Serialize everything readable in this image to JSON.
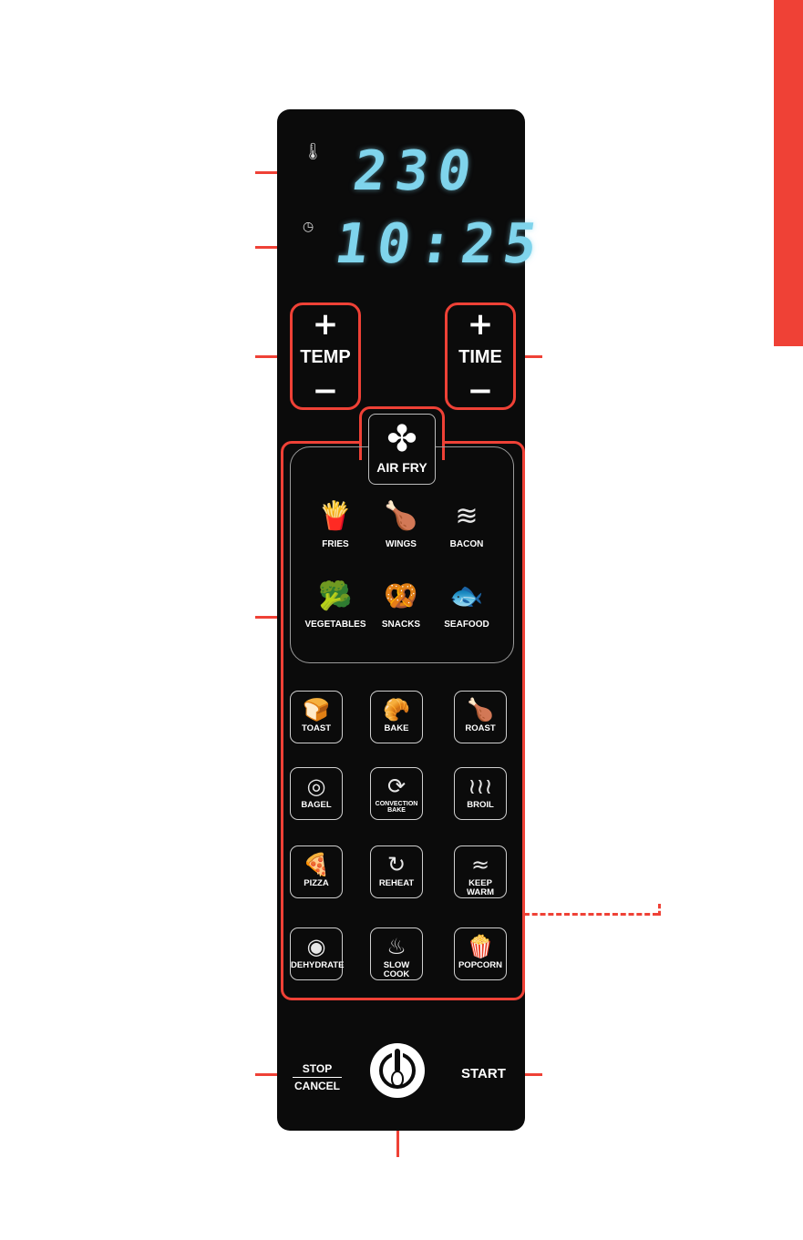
{
  "colors": {
    "accent": "#ef4136",
    "panel": "#0b0b0b",
    "display": "#7fd4ec"
  },
  "display": {
    "temperature": "230",
    "time": "10:25",
    "temp_icon": "thermometer-icon",
    "time_icon": "clock-icon"
  },
  "temp_control": {
    "plus": "+",
    "label": "TEMP",
    "minus": "−"
  },
  "time_control": {
    "plus": "+",
    "label": "TIME",
    "minus": "−"
  },
  "air_fry": {
    "label": "AIR FRY",
    "icon": "fan-icon",
    "presets": [
      {
        "label": "FRIES",
        "icon": "fries-icon",
        "glyph": "🍟"
      },
      {
        "label": "WINGS",
        "icon": "drumstick-icon",
        "glyph": "🍗"
      },
      {
        "label": "BACON",
        "icon": "bacon-icon",
        "glyph": "≋"
      },
      {
        "label": "VEGETABLES",
        "icon": "vegetables-icon",
        "glyph": "🥦"
      },
      {
        "label": "SNACKS",
        "icon": "snacks-icon",
        "glyph": "🥨"
      },
      {
        "label": "SEAFOOD",
        "icon": "fish-icon",
        "glyph": "🐟"
      }
    ]
  },
  "functions": [
    {
      "label": "TOAST",
      "icon": "toast-icon",
      "glyph": "🍞"
    },
    {
      "label": "BAKE",
      "icon": "croissant-icon",
      "glyph": "🥐"
    },
    {
      "label": "ROAST",
      "icon": "roast-chicken-icon",
      "glyph": "🍗"
    },
    {
      "label": "BAGEL",
      "icon": "bagel-icon",
      "glyph": "◎"
    },
    {
      "label": "CONVECTION BAKE",
      "icon": "convection-icon",
      "glyph": "⟳"
    },
    {
      "label": "BROIL",
      "icon": "broil-icon",
      "glyph": "≀≀≀"
    },
    {
      "label": "PIZZA",
      "icon": "pizza-icon",
      "glyph": "🍕"
    },
    {
      "label": "REHEAT",
      "icon": "reheat-icon",
      "glyph": "↻"
    },
    {
      "label": "KEEP WARM",
      "icon": "keep-warm-icon",
      "glyph": "≈"
    },
    {
      "label": "DEHYDRATE",
      "icon": "dehydrate-icon",
      "glyph": "◉"
    },
    {
      "label": "SLOW COOK",
      "icon": "pot-icon",
      "glyph": "♨"
    },
    {
      "label": "POPCORN",
      "icon": "popcorn-icon",
      "glyph": "🍿"
    }
  ],
  "stop_cancel": {
    "top": "STOP",
    "bottom": "CANCEL"
  },
  "start": "START",
  "power_icon": "power-whisk-icon"
}
